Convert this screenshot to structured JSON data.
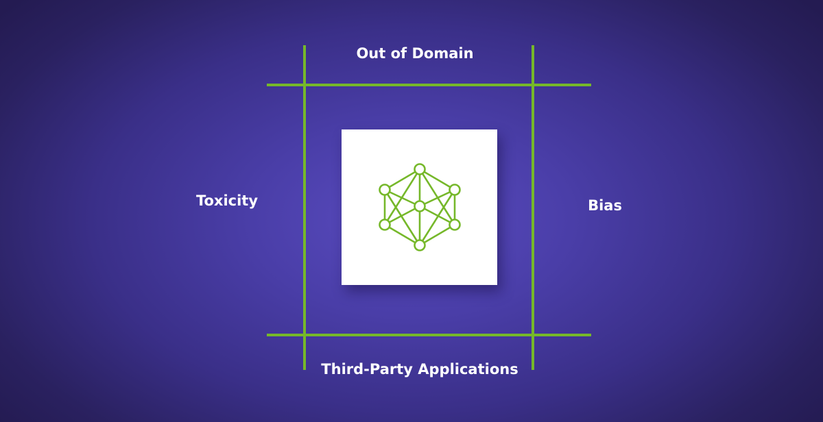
{
  "diagram": {
    "labels": {
      "top": "Out of Domain",
      "bottom": "Third-Party Applications",
      "left": "Toxicity",
      "right": "Bias"
    },
    "center_icon": "neural-network-icon"
  },
  "colors": {
    "background_center": "#5a4cc0",
    "background_edge": "#241b52",
    "accent_green": "#76b82a",
    "label_text": "#ffffff",
    "card": "#ffffff"
  }
}
